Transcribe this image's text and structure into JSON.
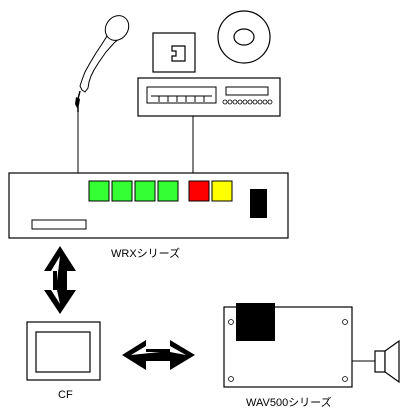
{
  "labels": {
    "main_unit": "WRXシリーズ",
    "memory_card": "CF",
    "player_board": "WAV500シリーズ"
  },
  "colors": {
    "button_green": "#33ff33",
    "button_red": "#ff0000",
    "button_yellow": "#ffff00",
    "outline": "#000000",
    "background": "#ffffff"
  },
  "devices": {
    "microphone": "microphone-icon",
    "cd_disc": "cd-disc-icon",
    "floppy_disk": "floppy-disk-icon",
    "tape_deck": "tape-deck-icon",
    "speaker": "speaker-icon"
  }
}
